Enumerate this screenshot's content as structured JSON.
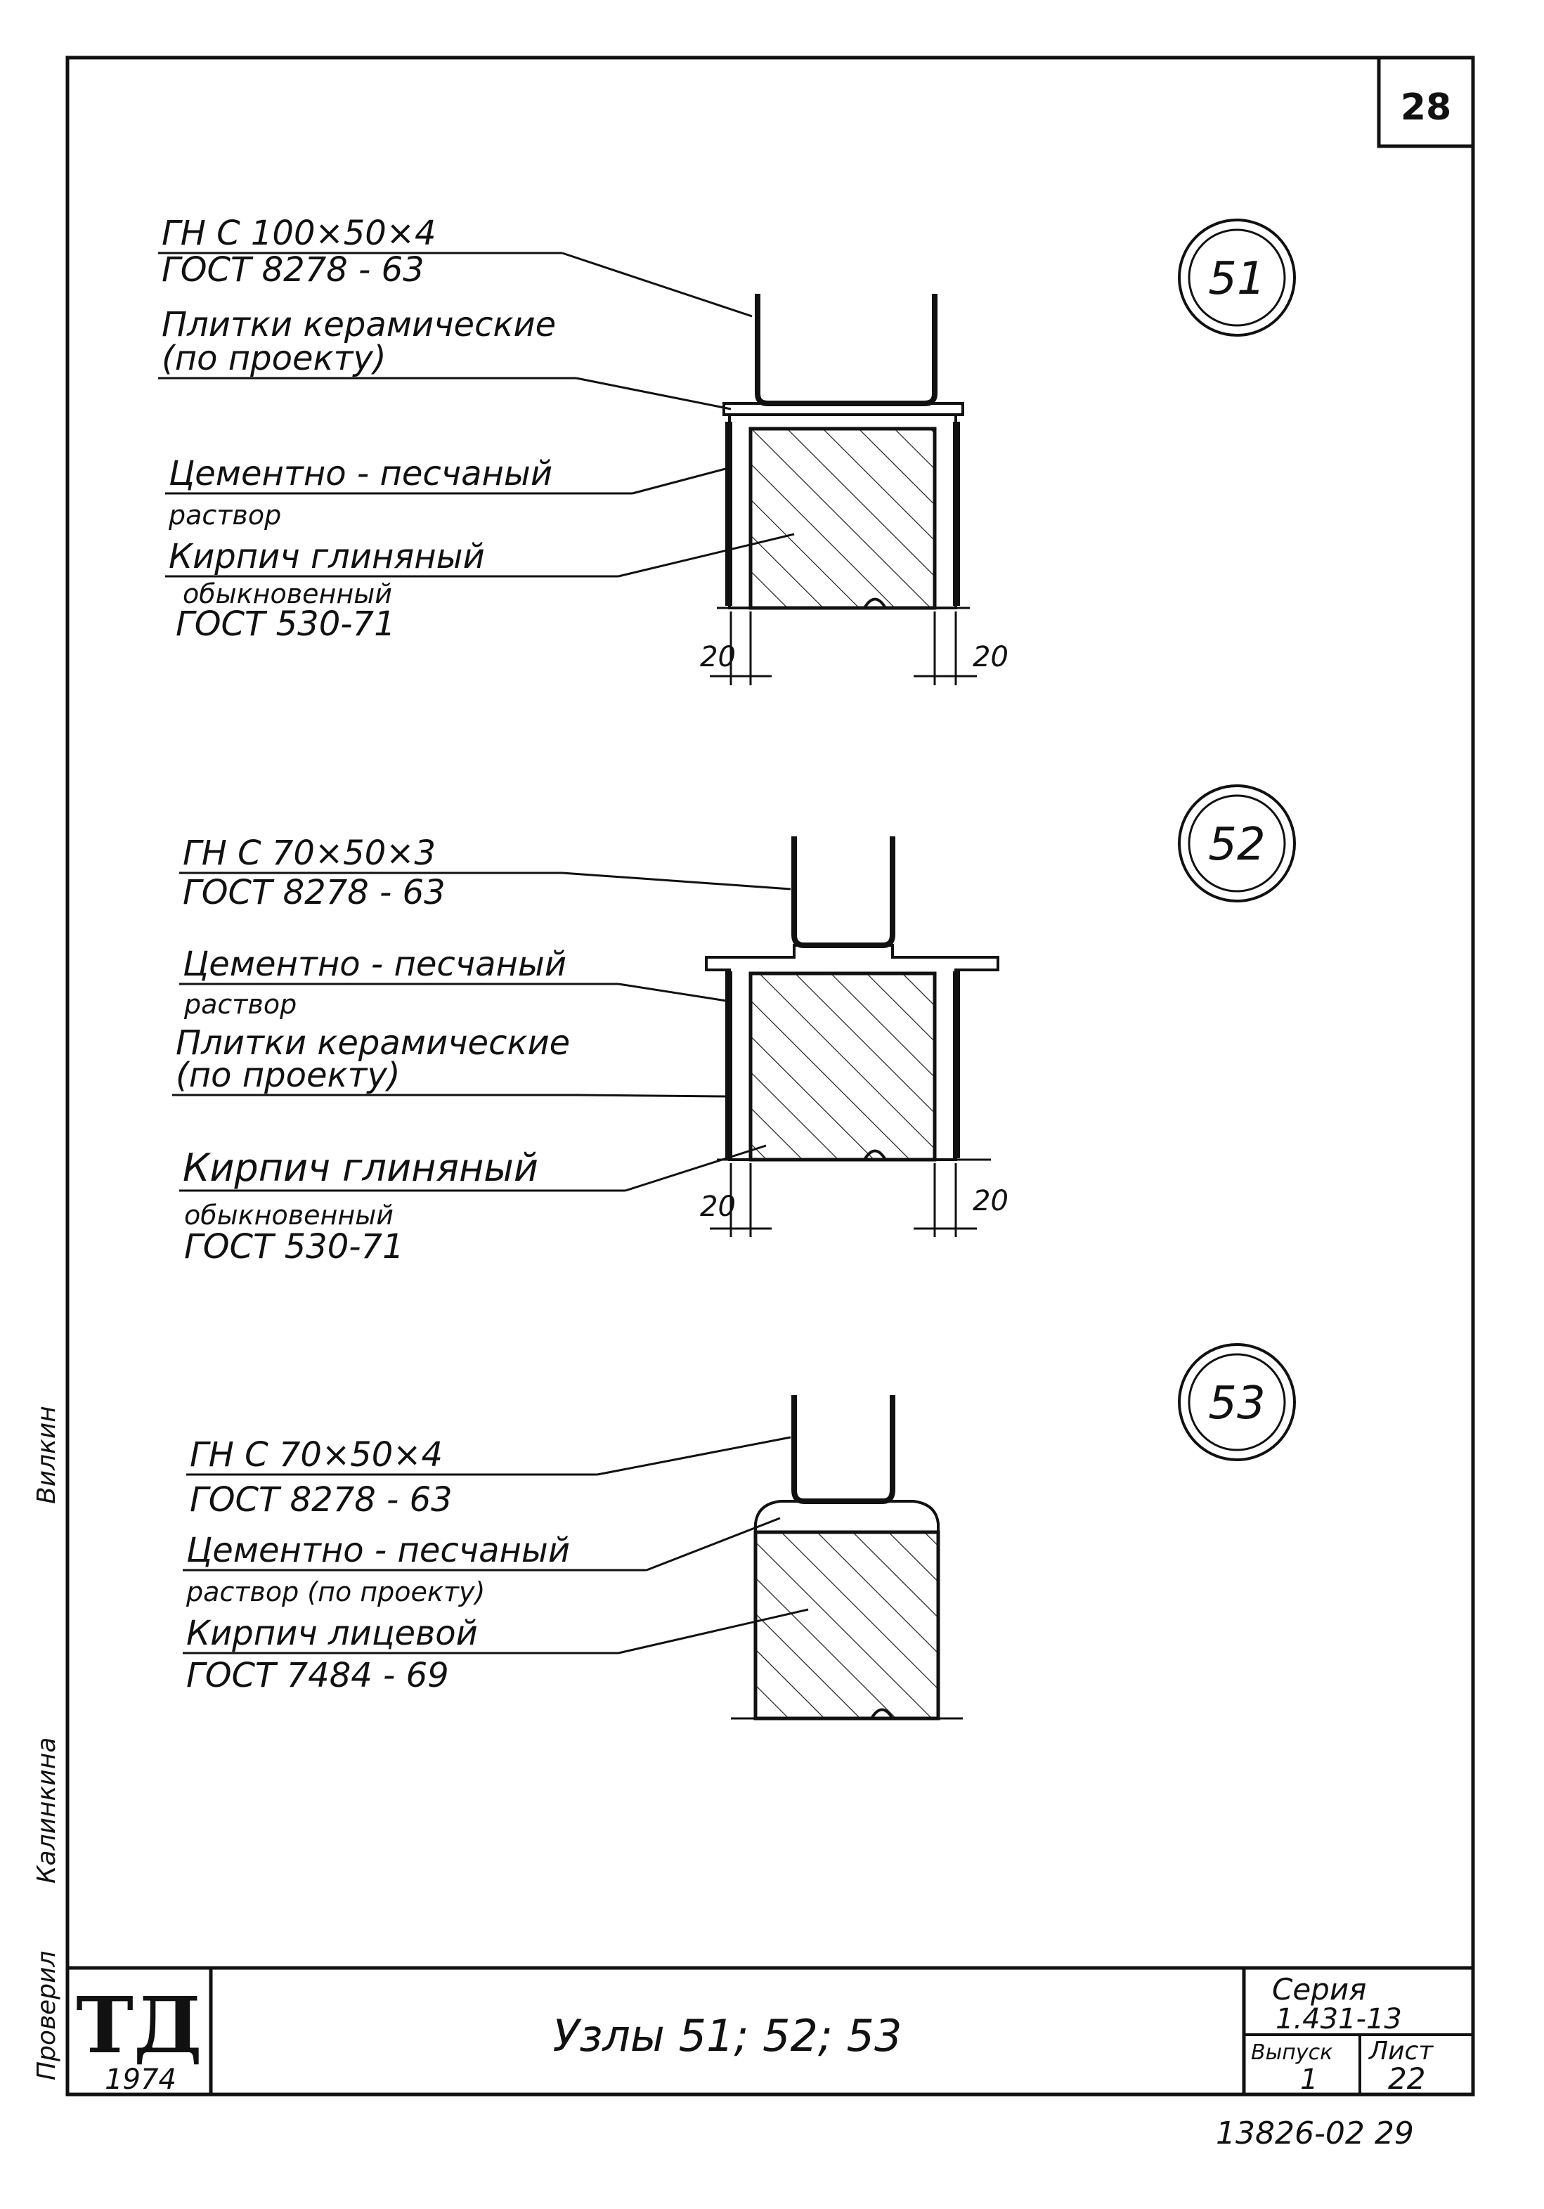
{
  "sheet": {
    "page_number": "28",
    "stamp_code": "13826-02 29"
  },
  "details": [
    {
      "id": "node-51",
      "number": "51",
      "labels": [
        {
          "line1": "ГН С  100×50×4",
          "line2": "ГОСТ  8278 - 63"
        },
        {
          "line1": "Плитки керамические",
          "line2": "(по проекту)"
        },
        {
          "line1": "Цементно - песчаный",
          "line2": "раствор"
        },
        {
          "line1": "Кирпич  глиняный",
          "line2": "обыкновенный",
          "line3": "ГОСТ   530-71"
        }
      ],
      "dims": [
        "20",
        "20"
      ]
    },
    {
      "id": "node-52",
      "number": "52",
      "labels": [
        {
          "line1": "ГН С  70×50×3",
          "line2": "ГОСТ  8278 - 63"
        },
        {
          "line1": "Цементно - песчаный",
          "line2": "раствор"
        },
        {
          "line1": "Плитки керамические",
          "line2": "(по проекту)"
        },
        {
          "line1": "Кирпич  глиняный",
          "line2": "обыкновенный",
          "line3": "ГОСТ   530-71"
        }
      ],
      "dims": [
        "20",
        "20"
      ]
    },
    {
      "id": "node-53",
      "number": "53",
      "labels": [
        {
          "line1": "ГН С  70×50×4",
          "line2": "ГОСТ  8278 - 63"
        },
        {
          "line1": "Цементно - песчаный",
          "line2": "раствор (по проекту)"
        },
        {
          "line1": "Кирпич  лицевой",
          "line2": "ГОСТ   7484 - 69"
        }
      ]
    }
  ],
  "title_block": {
    "logo": "ТД",
    "year": "1974",
    "title": "Узлы 51; 52; 53",
    "series_label": "Серия",
    "series_value": "1.431-13",
    "issue_label": "Выпуск",
    "issue_value": "1",
    "sheet_label": "Лист",
    "sheet_value": "22"
  },
  "margin_signatures": {
    "checked_label": "Проверил",
    "name": "Калинкина",
    "signature": "Вилкин"
  }
}
